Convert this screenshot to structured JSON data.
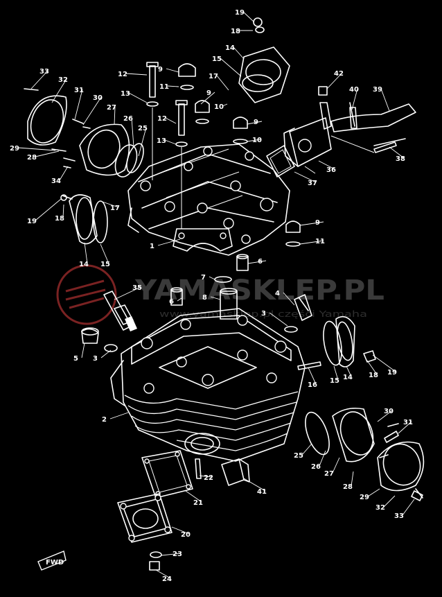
{
  "watermark": {
    "brand": "YAMASKLEP.PL",
    "tagline": "www.yamasklep.pl  części  Yamaha"
  },
  "fwd_marker": "FWD",
  "callouts": [
    "1",
    "2",
    "3",
    "3",
    "4",
    "5",
    "6",
    "6",
    "7",
    "8",
    "9",
    "9",
    "9",
    "9",
    "10",
    "10",
    "11",
    "11",
    "12",
    "12",
    "13",
    "13",
    "14",
    "14",
    "14",
    "15",
    "15",
    "15",
    "16",
    "17",
    "17",
    "18",
    "18",
    "18",
    "19",
    "19",
    "19",
    "20",
    "21",
    "22",
    "23",
    "24",
    "25",
    "25",
    "26",
    "26",
    "27",
    "27",
    "28",
    "28",
    "29",
    "29",
    "30",
    "30",
    "31",
    "31",
    "32",
    "32",
    "33",
    "33",
    "34",
    "35",
    "36",
    "37",
    "38",
    "39",
    "40",
    "41",
    "42"
  ],
  "colors": {
    "background": "#000000",
    "line": "#ffffff",
    "watermark_logo": "#7a2222"
  }
}
